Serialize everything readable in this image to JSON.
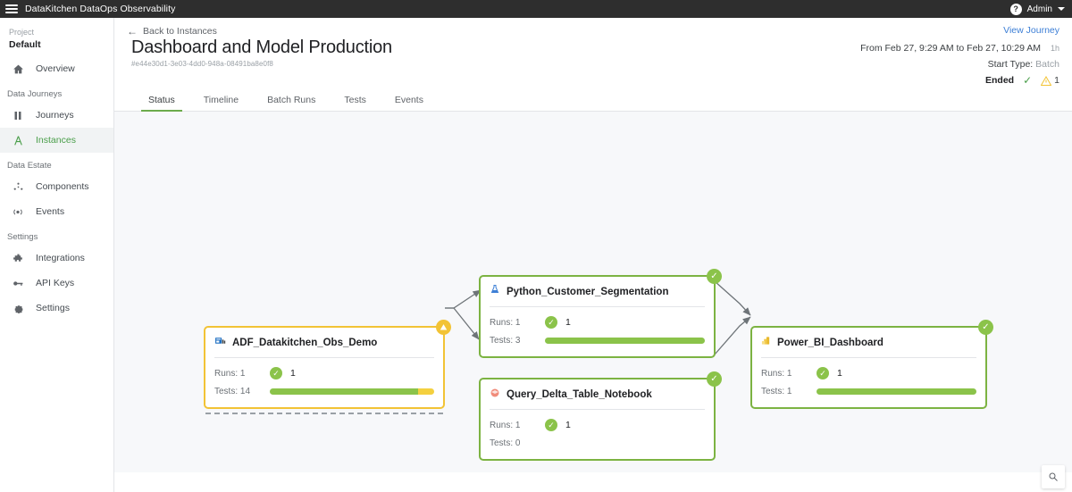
{
  "appbar": {
    "menu_icon": "hamburger-icon",
    "title": "DataKitchen DataOps Observability",
    "help_icon": "?",
    "user": "Admin"
  },
  "sidebar": {
    "project_label": "Project",
    "project_value": "Default",
    "groups": [
      {
        "label": "",
        "items": [
          {
            "label": "Overview",
            "icon": "home-icon",
            "active": false
          }
        ]
      },
      {
        "label": "Data Journeys",
        "items": [
          {
            "label": "Journeys",
            "icon": "book-icon",
            "active": false
          },
          {
            "label": "Instances",
            "icon": "instances-icon",
            "active": true
          }
        ]
      },
      {
        "label": "Data Estate",
        "items": [
          {
            "label": "Components",
            "icon": "components-icon",
            "active": false
          },
          {
            "label": "Events",
            "icon": "events-icon",
            "active": false
          }
        ]
      },
      {
        "label": "Settings",
        "items": [
          {
            "label": "Integrations",
            "icon": "puzzle-icon",
            "active": false
          },
          {
            "label": "API Keys",
            "icon": "key-icon",
            "active": false
          },
          {
            "label": "Settings",
            "icon": "gear-icon",
            "active": false
          }
        ]
      }
    ]
  },
  "header": {
    "back_label": "Back to Instances",
    "title": "Dashboard and Model Production",
    "instance_id": "#e44e30d1-3e03-4dd0-948a-08491ba8e0f8",
    "view_journey": "View Journey",
    "time_range": "From Feb 27, 9:29 AM to Feb 27, 10:29 AM",
    "duration": "1h",
    "start_type_label": "Start Type:",
    "start_type_value": "Batch",
    "status": "Ended",
    "check_glyph": "✓",
    "warning_count": "1"
  },
  "tabs": [
    {
      "label": "Status",
      "active": true
    },
    {
      "label": "Timeline",
      "active": false
    },
    {
      "label": "Batch Runs",
      "active": false
    },
    {
      "label": "Tests",
      "active": false
    },
    {
      "label": "Events",
      "active": false
    }
  ],
  "graph": {
    "nodes": [
      {
        "name": "ADF_Datakitchen_Obs_Demo",
        "icon": "azure-data-factory-icon",
        "border": "yellow",
        "badge": "warn",
        "runs_label": "Runs: 1",
        "runs_count": "1",
        "tests_label": "Tests: 14",
        "tests_green_pct": 90,
        "tests_yellow_pct": 10,
        "has_bar": true
      },
      {
        "name": "Python_Customer_Segmentation",
        "icon": "python-icon",
        "border": "green",
        "badge": "ok",
        "runs_label": "Runs: 1",
        "runs_count": "1",
        "tests_label": "Tests: 3",
        "tests_green_pct": 100,
        "tests_yellow_pct": 0,
        "has_bar": true
      },
      {
        "name": "Query_Delta_Table_Notebook",
        "icon": "databricks-icon",
        "border": "green",
        "badge": "ok",
        "runs_label": "Runs: 1",
        "runs_count": "1",
        "tests_label": "Tests: 0",
        "tests_green_pct": 0,
        "tests_yellow_pct": 0,
        "has_bar": false
      },
      {
        "name": "Power_BI_Dashboard",
        "icon": "power-bi-icon",
        "border": "green",
        "badge": "ok",
        "runs_label": "Runs: 1",
        "runs_count": "1",
        "tests_label": "Tests: 1",
        "tests_green_pct": 100,
        "tests_yellow_pct": 0,
        "has_bar": true
      }
    ],
    "zoom_icon": "magnifier-icon"
  },
  "colors": {
    "green": "#7cb342",
    "bar_green": "#8bc34a",
    "yellow": "#f2c335",
    "bar_yellow": "#f4d03f",
    "link_blue": "#3d7fd6",
    "canvas": "#f7f8fa"
  }
}
